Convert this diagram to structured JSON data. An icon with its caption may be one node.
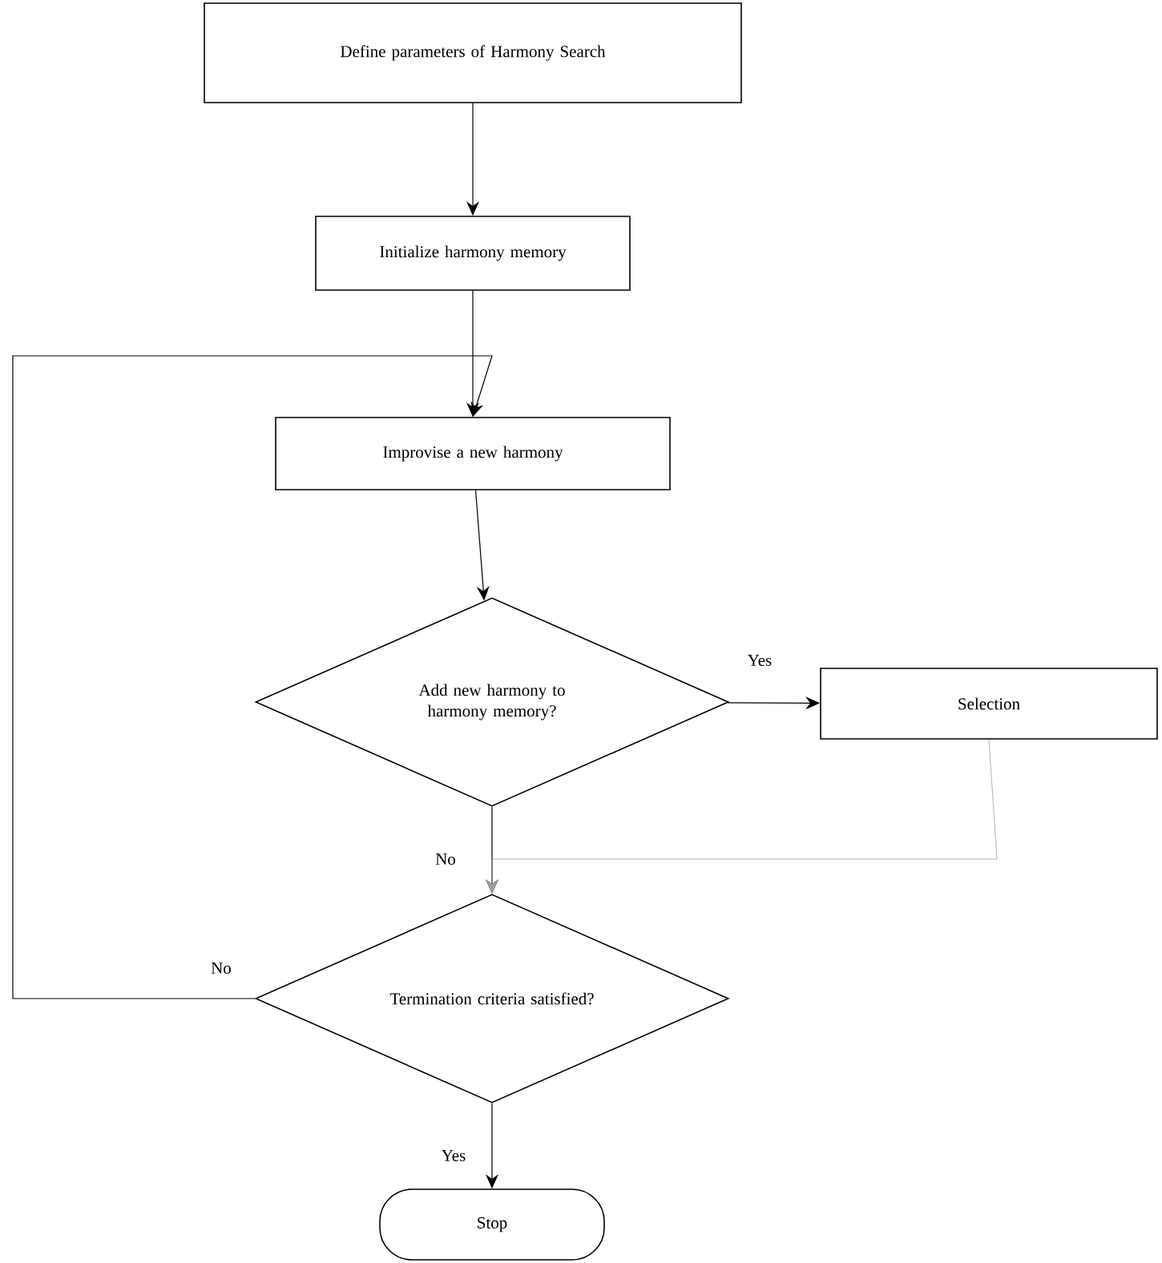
{
  "diagram": {
    "nodes": [
      {
        "text": [
          "Define parameters of Harmony Search"
        ]
      },
      {
        "text": [
          "Initialize harmony memory"
        ]
      },
      {
        "text": [
          "Improvise a new harmony"
        ]
      },
      {
        "text": [
          "Add new harmony to harmony memory?"
        ]
      },
      {
        "text": [
          "Selection"
        ]
      },
      {
        "text": [
          "Termination criteria satisfied?"
        ]
      },
      {
        "text": [
          "Stop"
        ]
      }
    ],
    "edges": [
      {
        "from": 0,
        "to": 1,
        "arrow": "to"
      },
      {
        "from": 1,
        "to": 2,
        "arrow": "to"
      },
      {
        "from": 2,
        "to": 3,
        "arrow": "to"
      },
      {
        "from": 3,
        "to": 4,
        "arrow": "to",
        "label": "Yes"
      },
      {
        "from": 3,
        "to": 5,
        "arrow": "to",
        "label": "No"
      },
      {
        "from": 4,
        "to": 5,
        "arrow": "to",
        "color": "#a0a0a0"
      },
      {
        "from": 5,
        "to": 2,
        "arrow": "to",
        "label": "No"
      },
      {
        "from": 5,
        "to": 6,
        "arrow": "to",
        "label": "Yes"
      }
    ]
  }
}
